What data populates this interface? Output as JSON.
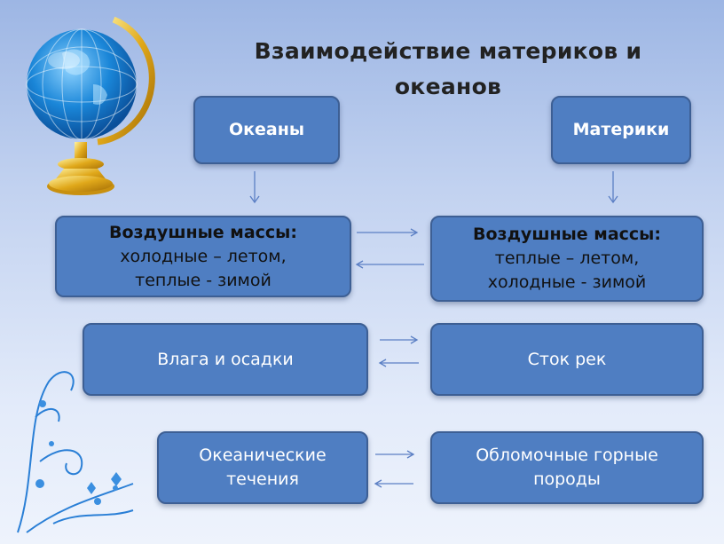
{
  "title": "Взаимодействие материков и океанов",
  "boxes": {
    "oceans": "Океаны",
    "continents": "Материки",
    "air_left": {
      "heading": "Воздушные массы:",
      "line1": "холодные – летом,",
      "line2": "теплые - зимой"
    },
    "air_right": {
      "heading": "Воздушные массы:",
      "line1": "теплые – летом,",
      "line2": "холодные - зимой"
    },
    "moisture": "Влага и осадки",
    "runoff": "Сток рек",
    "currents": {
      "line1": "Океанические",
      "line2": "течения"
    },
    "debris": {
      "line1": "Обломочные горные",
      "line2": "породы"
    }
  },
  "colors": {
    "box_fill": "#4f7ec2",
    "box_border": "#3d5f94",
    "arrow": "#5b7fc4"
  }
}
